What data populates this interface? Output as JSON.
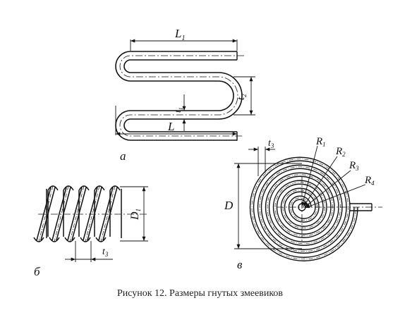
{
  "figure": {
    "caption": "Рисунок 12.  Размеры гнутых змеевиков"
  },
  "panel_a": {
    "letter": "а",
    "dims": {
      "L1_main": "L",
      "L1_sub": "1",
      "L": "L",
      "t2_main": "t",
      "t2_sub": "2",
      "t1_main": "t",
      "t1_sub": "1"
    }
  },
  "panel_b": {
    "letter": "б",
    "dims": {
      "D1_main": "D",
      "D1_sub": "1",
      "t3_main": "t",
      "t3_sub": "3"
    }
  },
  "panel_v": {
    "letter": "в",
    "dims": {
      "D": "D",
      "t3_main": "t",
      "t3_sub": "3",
      "R1_main": "R",
      "R1_sub": "1",
      "R2_main": "R",
      "R2_sub": "2",
      "R3_main": "R",
      "R3_sub": "3",
      "R4_main": "R",
      "R4_sub": "4"
    }
  }
}
